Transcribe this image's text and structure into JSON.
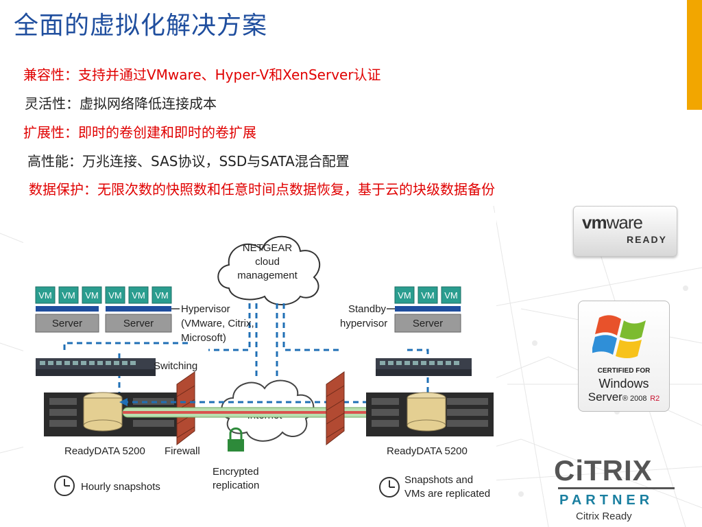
{
  "slide": {
    "title": "全面的虚拟化解决方案",
    "accent_color": "#f2a600",
    "bullets": [
      {
        "text": "兼容性：支持并通过VMware、Hyper-V和XenServer认证",
        "color": "#e00000"
      },
      {
        "text": "灵活性：虚拟网络降低连接成本",
        "color": "#222222"
      },
      {
        "text": "扩展性：即时的卷创建和即时的卷扩展",
        "color": "#e00000"
      },
      {
        "text": "高性能：万兆连接、SAS协议，SSD与SATA混合配置",
        "color": "#222222"
      },
      {
        "text": "数据保护：无限次数的快照数和任意时间点数据恢复，基于云的块级数据备份",
        "color": "#e00000"
      }
    ]
  },
  "diagram": {
    "vm_label": "VM",
    "server_label": "Server",
    "cloud_lines": [
      "NETGEAR",
      "cloud",
      "management"
    ],
    "hypervisor_lines": [
      "Hypervisor",
      "(VMware, Citrix,",
      "Microsoft)"
    ],
    "switching_label": "Switching",
    "standby_lines": [
      "Standby",
      "hypervisor"
    ],
    "readydata_left": "ReadyDATA 5200",
    "readydata_right": "ReadyDATA 5200",
    "firewall_label": "Firewall",
    "internet_label": "Internet",
    "encrypted_lines": [
      "Encrypted",
      "replication"
    ],
    "hourly_label": "Hourly snapshots",
    "snapshots_lines": [
      "Snapshots and",
      "VMs are replicated"
    ],
    "vm_color": "#2a9d8f",
    "server_color": "#9a9a9a",
    "link_color": "#1f6fb5",
    "arrow_color": "#d9534f"
  },
  "logos": {
    "vmware": {
      "brand_a": "vm",
      "brand_b": "ware",
      "tag": "READY"
    },
    "windows": {
      "cert": "CERTIFIED FOR",
      "name": "Windows",
      "server": "Server",
      "version": "2008",
      "release": "R2"
    },
    "citrix": {
      "brand": "CiTRIX",
      "partner": "PARTNER",
      "ready": "Citrix Ready"
    }
  }
}
